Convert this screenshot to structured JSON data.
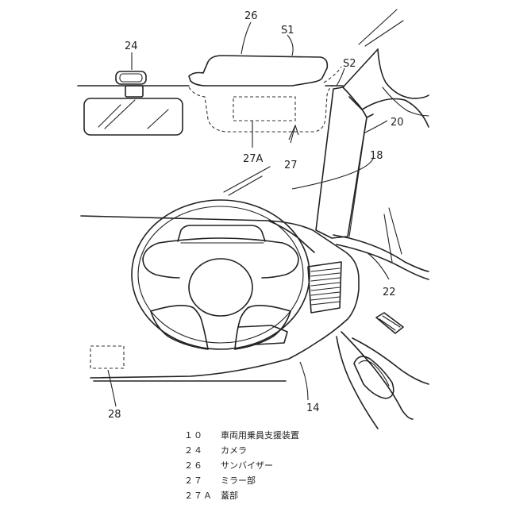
{
  "labels": {
    "camera": "24",
    "sun_visor": "26",
    "s1": "S1",
    "s2": "S2",
    "pillar": "20",
    "windshield": "18",
    "mirror_cover": "27A",
    "mirror_part": "27",
    "side_window": "22",
    "dashboard": "14",
    "device_box": "28"
  },
  "legend": [
    {
      "num": "１０",
      "text": "車両用乗員支援装置"
    },
    {
      "num": "２４",
      "text": "カメラ"
    },
    {
      "num": "２６",
      "text": "サンバイザー"
    },
    {
      "num": "２７",
      "text": "ミラー部"
    },
    {
      "num": "２７Ａ",
      "text": "蓋部"
    }
  ]
}
